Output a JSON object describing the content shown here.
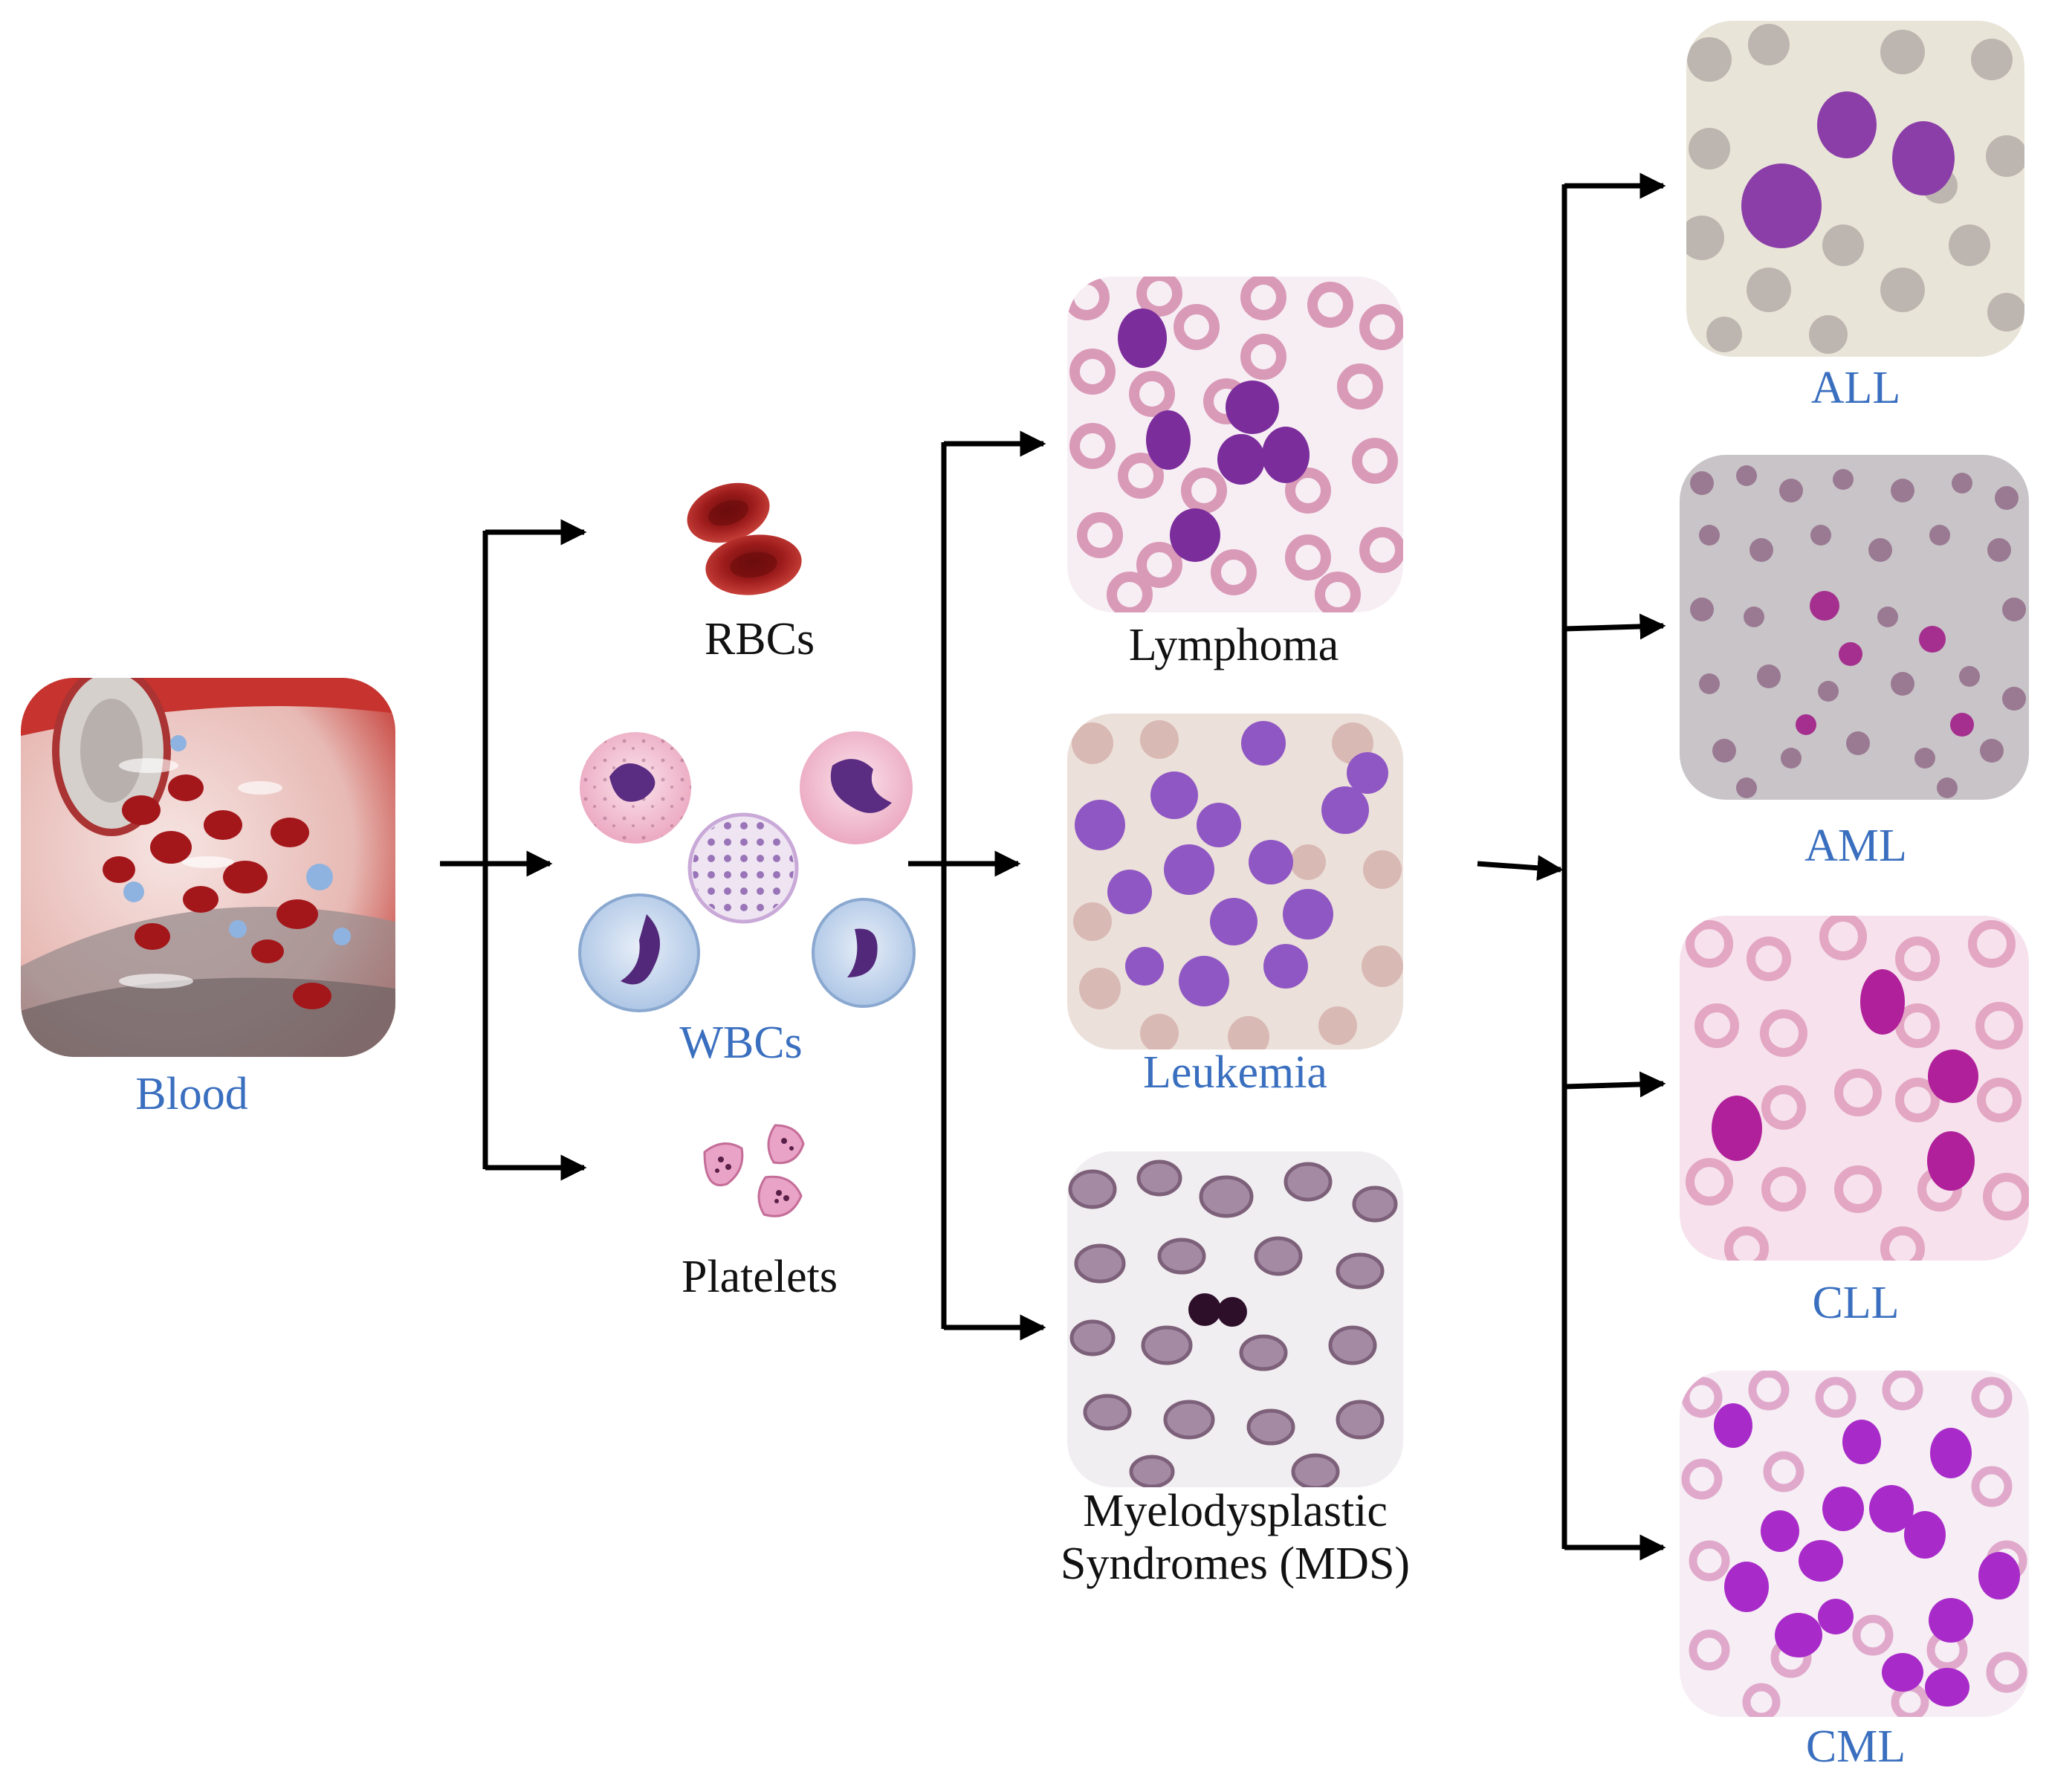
{
  "colors": {
    "highlight_label": "#3a6fbf",
    "default_label": "#111111",
    "arrow": "#000000",
    "rbc": "#9c1b1b",
    "lymphocyte_nucleus": "#7a2f9e",
    "leukemia_blast": "#8f57c4",
    "cll_nucleus": "#b0209a",
    "cml_nucleus": "#a82bc9"
  },
  "nodes": {
    "blood": {
      "label": "Blood",
      "icon": "blood-vessel-image"
    },
    "rbcs": {
      "label": "RBCs",
      "icon": "red-blood-cells-image"
    },
    "wbcs": {
      "label": "WBCs",
      "icon": "white-blood-cells-image"
    },
    "platelets": {
      "label": "Platelets",
      "icon": "platelets-image"
    },
    "lymphoma": {
      "label": "Lymphoma",
      "icon": "lymphoma-smear-image"
    },
    "leukemia": {
      "label": "Leukemia",
      "icon": "leukemia-smear-image"
    },
    "mds": {
      "label_line1": "Myelodysplastic",
      "label_line2": "Syndromes (MDS)",
      "icon": "mds-smear-image"
    },
    "all": {
      "label": "ALL",
      "icon": "all-smear-image"
    },
    "aml": {
      "label": "AML",
      "icon": "aml-smear-image"
    },
    "cll": {
      "label": "CLL",
      "icon": "cll-smear-image"
    },
    "cml": {
      "label": "CML",
      "icon": "cml-smear-image"
    }
  }
}
